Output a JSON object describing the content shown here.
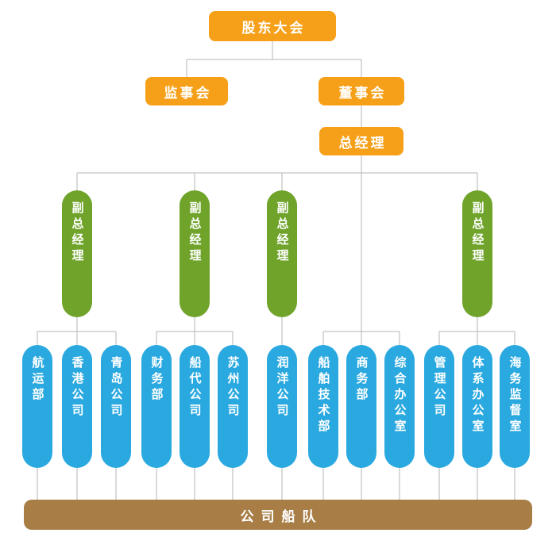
{
  "colors": {
    "orange": "#f6a019",
    "green": "#6fa32a",
    "blue": "#2aa9e0",
    "brown": "#a87e46",
    "line": "#b5b5b5"
  },
  "org_chart": {
    "root": "股东大会",
    "level2": {
      "supervisory_board": "监事会",
      "board_of_directors": "董事会"
    },
    "general_manager": "总经理",
    "deputy_general_managers": [
      "副总经理",
      "副总经理",
      "副总经理",
      "副总经理"
    ],
    "departments": [
      "航运部",
      "香港公司",
      "青岛公司",
      "财务部",
      "船代公司",
      "苏州公司",
      "润洋公司",
      "船舶技术部",
      "商务部",
      "综合办公室",
      "管理公司",
      "体系办公室",
      "海务监督室"
    ],
    "fleet_bar": "公司船队"
  }
}
